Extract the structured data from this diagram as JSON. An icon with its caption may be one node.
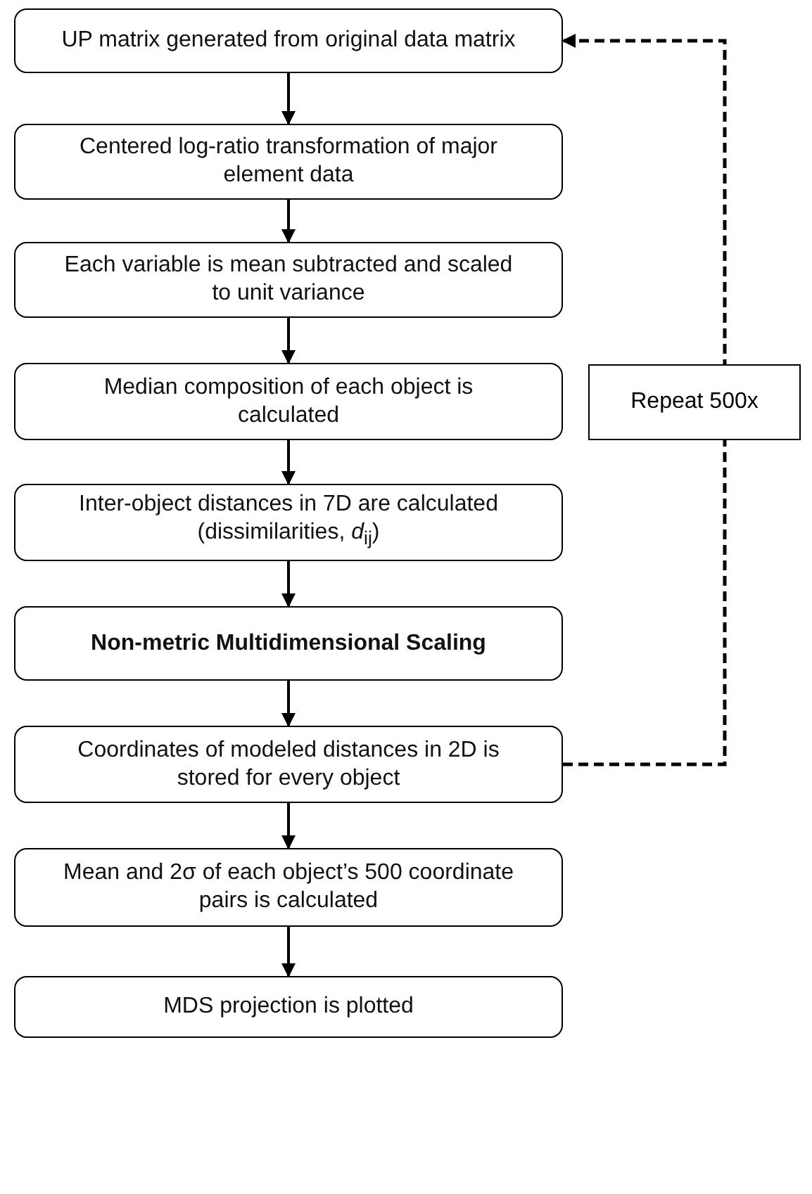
{
  "diagram": {
    "nodes": [
      {
        "text": [
          "UP matrix generated from original data matrix"
        ]
      },
      {
        "text": [
          "Centered log-ratio transformation of major element data"
        ]
      },
      {
        "text": [
          "Each variable is mean subtracted and scaled to unit variance"
        ]
      },
      {
        "text": [
          "Median composition of each object is calculated"
        ]
      },
      {
        "text": [
          "Inter-object distances in 7D are calculated (dissimilarities, *d*$_{ij}$)"
        ]
      },
      {
        "text": [
          "Non-metric Multidimensional Scaling"
        ]
      },
      {
        "text": [
          "Coordinates of modeled distances in 2D is stored for every object"
        ]
      },
      {
        "text": [
          "Mean and 2σ of each object’s 500 coordinate pairs is calculated"
        ]
      },
      {
        "text": [
          "MDS projection is plotted"
        ]
      }
    ],
    "edges": [
      {
        "from": 0,
        "to": 1,
        "arrow": "to"
      },
      {
        "from": 1,
        "to": 2,
        "arrow": "to"
      },
      {
        "from": 2,
        "to": 3,
        "arrow": "to"
      },
      {
        "from": 3,
        "to": 4,
        "arrow": "to"
      },
      {
        "from": 4,
        "to": 5,
        "arrow": "to"
      },
      {
        "from": 5,
        "to": 6,
        "arrow": "to"
      },
      {
        "from": 6,
        "to": 7,
        "arrow": "to"
      },
      {
        "from": 7,
        "to": 8,
        "arrow": "to"
      },
      {
        "from": 6,
        "to": 0,
        "arrow": "to",
        "style": "dashed",
        "label": "Repeat 500x"
      }
    ]
  }
}
